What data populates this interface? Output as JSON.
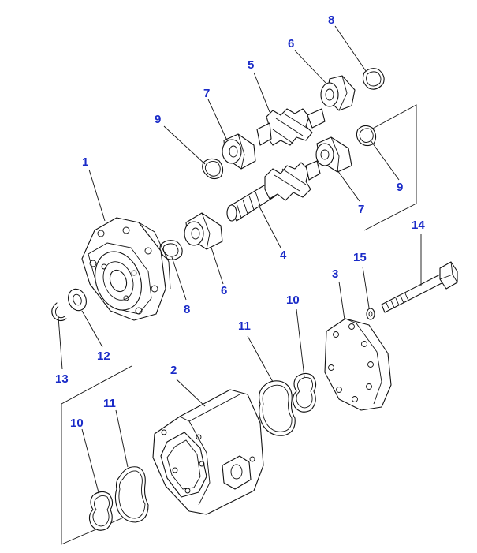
{
  "callout_color": "#1a2bc8",
  "line_color": "#111111",
  "callouts": [
    {
      "id": "c1",
      "label": "1"
    },
    {
      "id": "c2",
      "label": "2"
    },
    {
      "id": "c3",
      "label": "3"
    },
    {
      "id": "c4",
      "label": "4"
    },
    {
      "id": "c5",
      "label": "5"
    },
    {
      "id": "c6a",
      "label": "6"
    },
    {
      "id": "c6b",
      "label": "6"
    },
    {
      "id": "c7a",
      "label": "7"
    },
    {
      "id": "c7b",
      "label": "7"
    },
    {
      "id": "c8a",
      "label": "8"
    },
    {
      "id": "c8b",
      "label": "8"
    },
    {
      "id": "c9a",
      "label": "9"
    },
    {
      "id": "c9b",
      "label": "9"
    },
    {
      "id": "c10a",
      "label": "10"
    },
    {
      "id": "c10b",
      "label": "10"
    },
    {
      "id": "c11a",
      "label": "11"
    },
    {
      "id": "c11b",
      "label": "11"
    },
    {
      "id": "c12",
      "label": "12"
    },
    {
      "id": "c13",
      "label": "13"
    },
    {
      "id": "c14",
      "label": "14"
    },
    {
      "id": "c15",
      "label": "15"
    }
  ]
}
